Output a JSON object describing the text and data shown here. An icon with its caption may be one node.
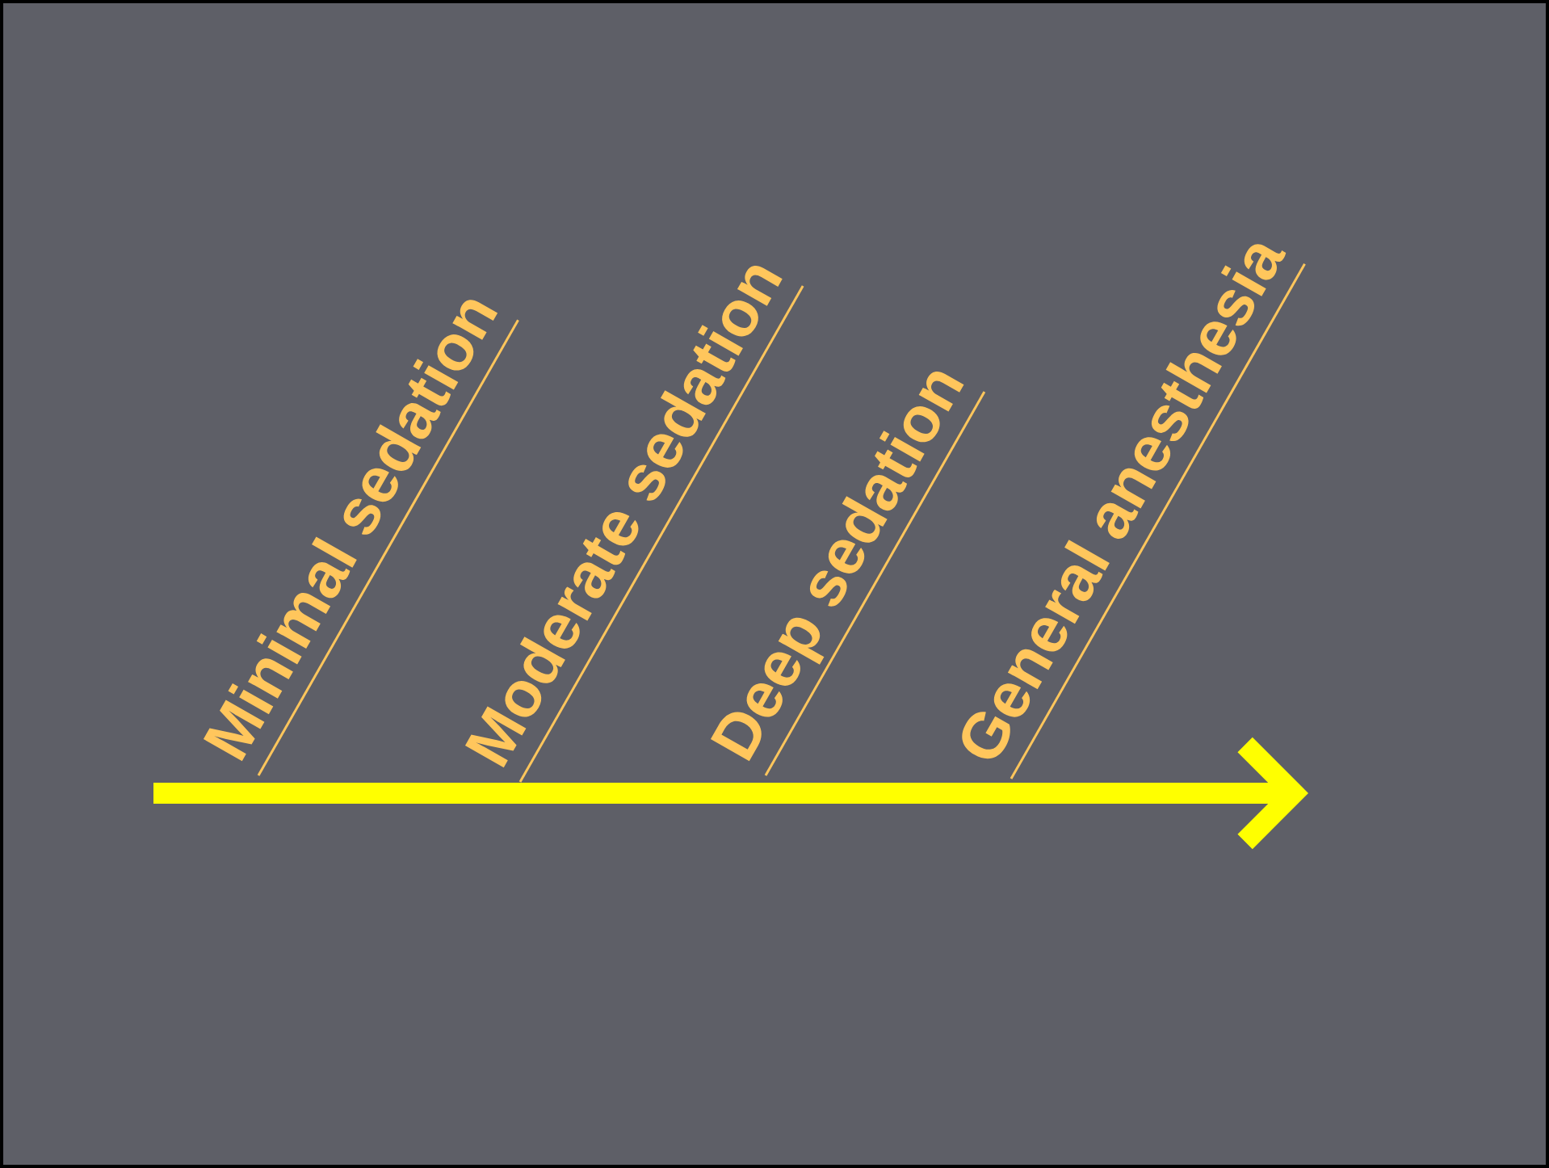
{
  "diagram": {
    "labels": [
      "Minimal sedation",
      "Moderate sedation",
      "Deep sedation",
      "General anesthesia"
    ]
  }
}
